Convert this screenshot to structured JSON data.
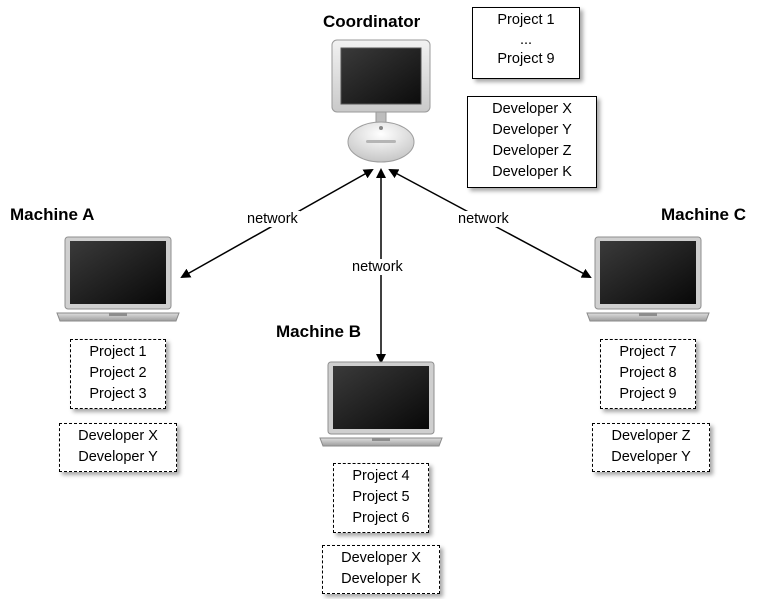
{
  "coordinator": {
    "title": "Coordinator",
    "projects": [
      "Project 1",
      "...",
      "Project 9"
    ],
    "developers": [
      "Developer X",
      "Developer Y",
      "Developer Z",
      "Developer K"
    ]
  },
  "machines": {
    "a": {
      "title": "Machine A",
      "projects": [
        "Project 1",
        "Project 2",
        "Project 3"
      ],
      "developers": [
        "Developer X",
        "Developer Y"
      ]
    },
    "b": {
      "title": "Machine B",
      "projects": [
        "Project 4",
        "Project 5",
        "Project 6"
      ],
      "developers": [
        "Developer X",
        "Developer K"
      ]
    },
    "c": {
      "title": "Machine C",
      "projects": [
        "Project 7",
        "Project 8",
        "Project 9"
      ],
      "developers": [
        "Developer Z",
        "Developer Y"
      ]
    }
  },
  "edges": {
    "a": "network",
    "b": "network",
    "c": "network"
  },
  "icons": {
    "coordinator": "desktop-computer-icon",
    "machine": "laptop-icon"
  }
}
